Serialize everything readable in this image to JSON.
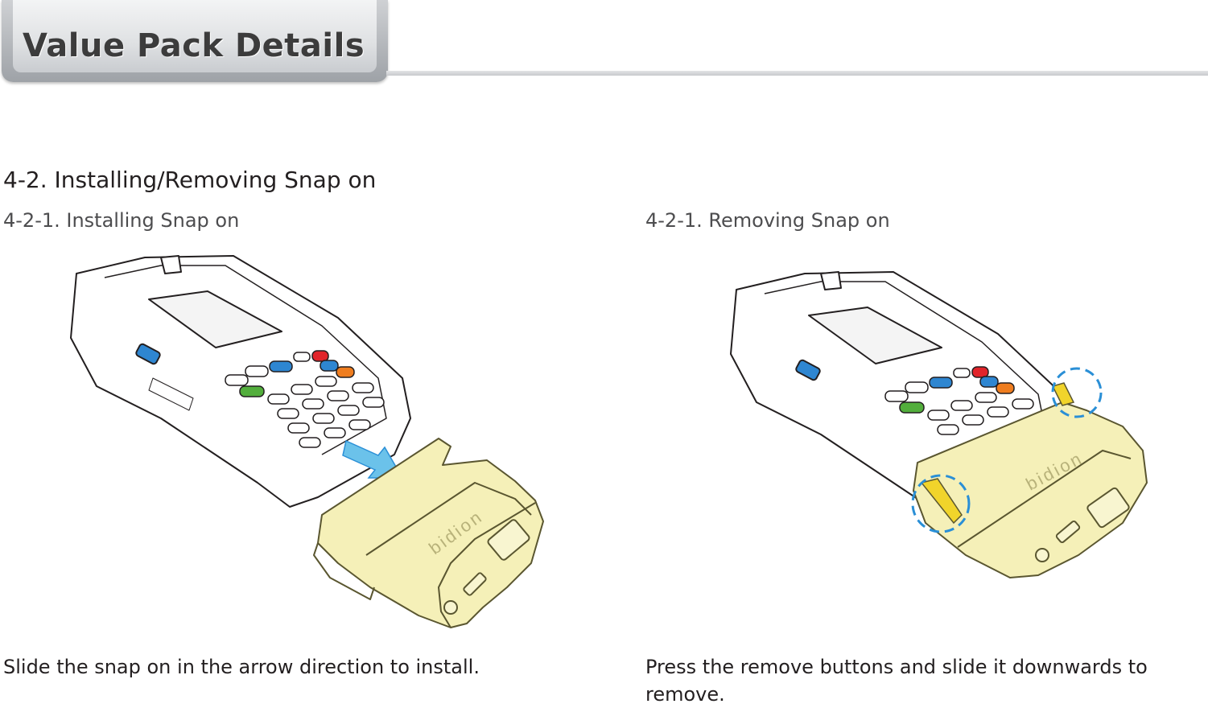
{
  "header": {
    "title": "Value Pack Details"
  },
  "section": {
    "heading": "4-2. Installing/Removing Snap on"
  },
  "left": {
    "subheading": "4-2-1. Installing Snap on",
    "caption": "Slide the snap on in the arrow direction to install."
  },
  "right": {
    "subheading": "4-2-1. Removing Snap on",
    "caption": "Press the remove buttons and slide it downwards to remove."
  },
  "illustration": {
    "brand_logo": "bidion"
  },
  "colors": {
    "snap_fill": "#f5f0b8",
    "snap_stroke": "#5a5630",
    "callout": "#2a8fd6",
    "key_blue": "#2e86d1",
    "key_red": "#e1242a",
    "key_orange": "#ef7d1f",
    "key_green": "#52ae3c",
    "remove_button": "#f1d42b"
  }
}
